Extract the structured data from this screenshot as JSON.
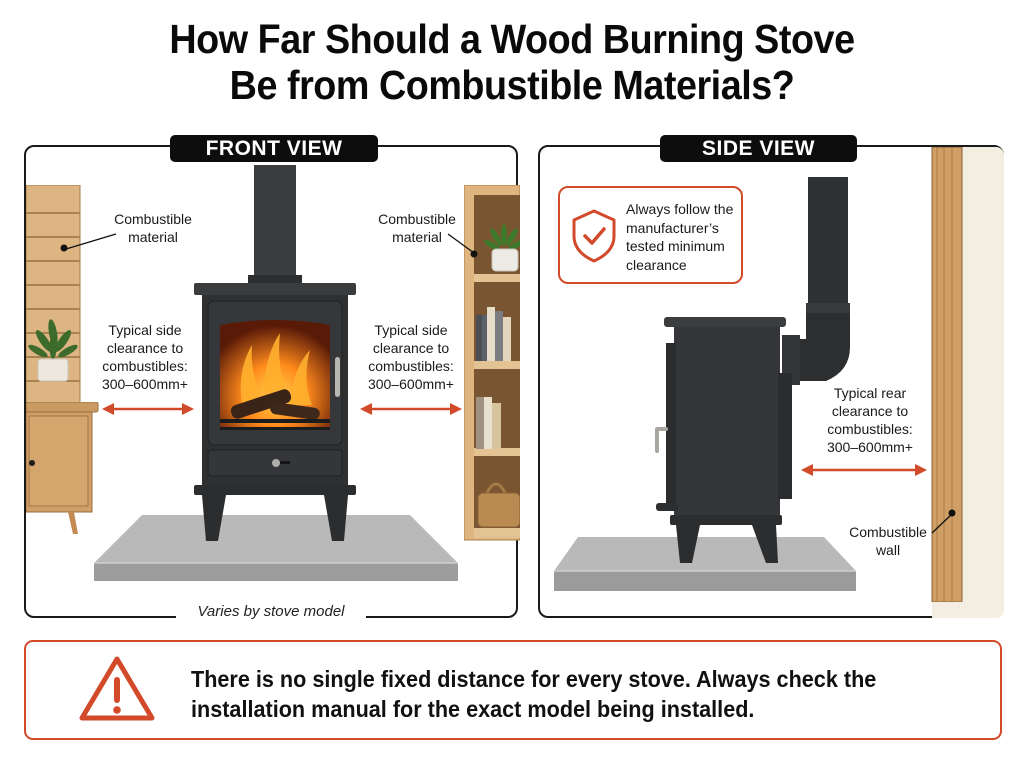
{
  "title": {
    "line1": "How Far Should a Wood Burning Stove",
    "line2": "Be from Combustible Materials?"
  },
  "front_view": {
    "label": "FRONT VIEW",
    "left_material_label": [
      "Combustible",
      "material"
    ],
    "right_material_label": [
      "Combustible",
      "material"
    ],
    "left_clearance": [
      "Typical side",
      "clearance to",
      "combustibles:",
      "300–600mm+"
    ],
    "right_clearance": [
      "Typical side",
      "clearance to",
      "combustibles:",
      "300–600mm+"
    ],
    "caption": "Varies by stove model"
  },
  "side_view": {
    "label": "SIDE VIEW",
    "notice": [
      "Always follow the",
      "manufacturer’s",
      "tested minimum",
      "clearance"
    ],
    "rear_clearance": [
      "Typical rear",
      "clearance to",
      "combustibles:",
      "300–600mm+"
    ],
    "wall_label": [
      "Combustible",
      "wall"
    ]
  },
  "warning": {
    "icon": "warning-triangle-icon",
    "text": "There is no single fixed distance for every stove. Always check the installation manual for the exact model being installed."
  },
  "colors": {
    "accent_red": "#d24a2a",
    "stove": "#2f3133",
    "hearth": "#a9a9a9",
    "wood": "#d6ad78",
    "label_bg": "#0d0d0d"
  }
}
